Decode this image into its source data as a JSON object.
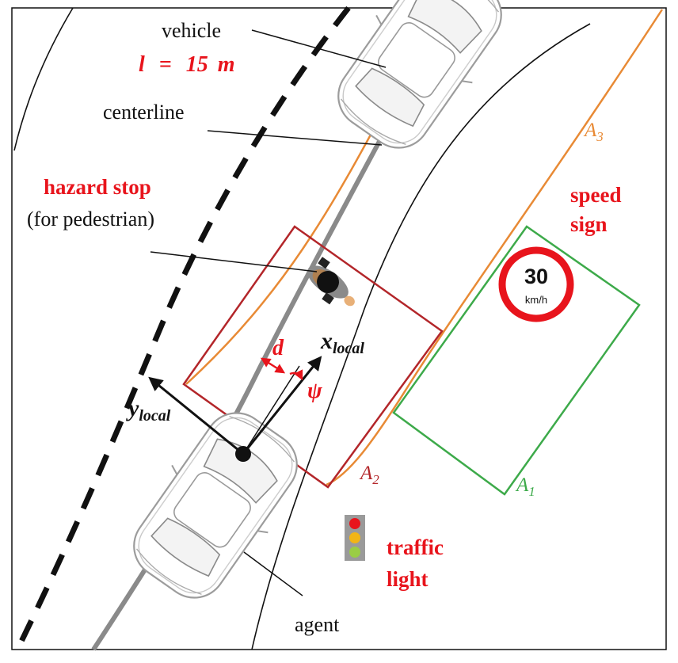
{
  "labels": {
    "vehicle": "vehicle",
    "vehicle_length_var": "l",
    "vehicle_length_eq": "=",
    "vehicle_length_value": "15",
    "vehicle_length_unit": "m",
    "centerline": "centerline",
    "hazard_stop": "hazard stop",
    "hazard_stop_note": "(for pedestrian)",
    "speed_sign_line1": "speed",
    "speed_sign_line2": "sign",
    "traffic_light_line1": "traffic",
    "traffic_light_line2": "light",
    "agent": "agent",
    "x_local_base": "x",
    "x_local_sub": "local",
    "y_local_base": "y",
    "y_local_sub": "local",
    "d": "d",
    "psi": "ψ"
  },
  "areas": {
    "a1": {
      "base": "A",
      "sub": "1",
      "color": "#3daa4a"
    },
    "a2": {
      "base": "A",
      "sub": "2",
      "color": "#b3262a"
    },
    "a3": {
      "base": "A",
      "sub": "3",
      "color": "#e88a35"
    }
  },
  "speed_sign": {
    "value": "30",
    "unit": "km/h",
    "ring_color": "#e8141c"
  },
  "traffic_light": {
    "colors": [
      "#e8141c",
      "#f2b515",
      "#9acd45"
    ],
    "housing_color": "#9a9a9a"
  },
  "colors": {
    "accent_red": "#e8141c",
    "dark_red": "#b3262a",
    "orange": "#e88a35",
    "green": "#3daa4a",
    "centerline_gray": "#8a8a8a"
  },
  "icons": {
    "vehicle": "car-topview-icon",
    "agent": "car-topview-icon",
    "pedestrian": "pedestrian-topview-icon",
    "speed_sign": "speed-limit-sign-icon",
    "traffic_light": "traffic-light-icon"
  }
}
